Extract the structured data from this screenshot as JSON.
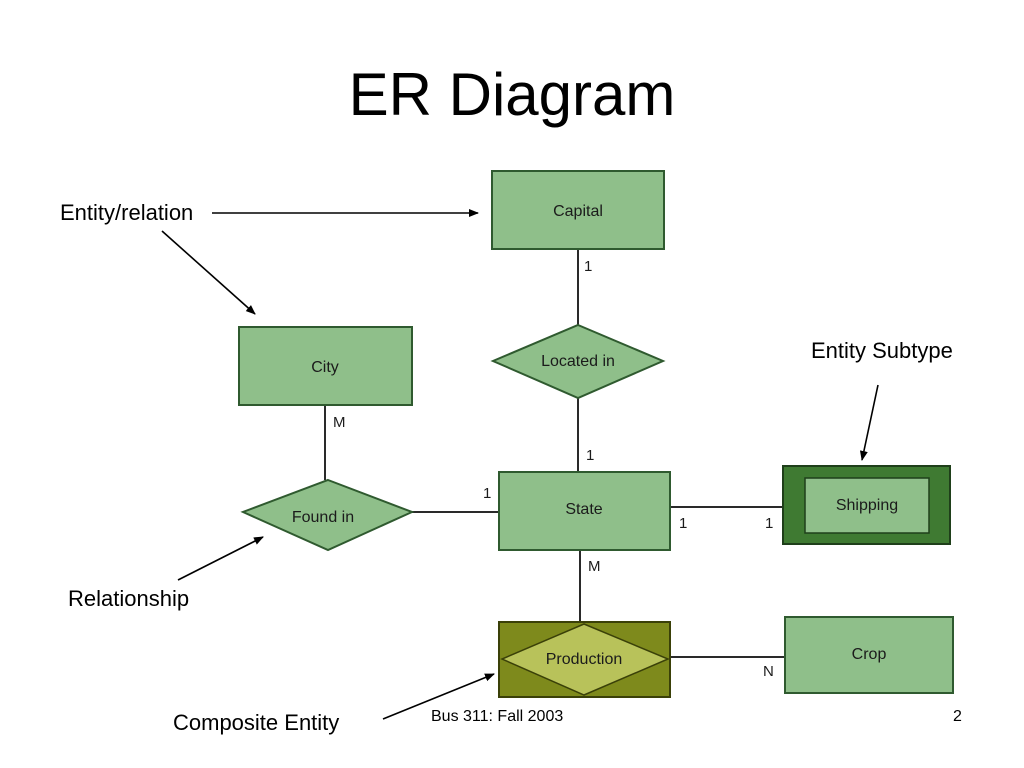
{
  "slide": {
    "title": "ER Diagram",
    "footer_center": "Bus 311: Fall 2003",
    "footer_page": "2"
  },
  "callouts": {
    "entity_relation": "Entity/relation",
    "entity_subtype": "Entity Subtype",
    "relationship": "Relationship",
    "composite_entity": "Composite Entity"
  },
  "diagram": {
    "entities": {
      "capital": "Capital",
      "city": "City",
      "state": "State",
      "shipping": "Shipping",
      "crop": "Crop"
    },
    "relationships": {
      "located_in": "Located in",
      "found_in": "Found in",
      "production": "Production"
    },
    "cardinalities": {
      "capital_located": "1",
      "located_state": "1",
      "city_found": "M",
      "found_state": "1",
      "state_shipping_left": "1",
      "state_shipping_right": "1",
      "state_production": "M",
      "production_crop": "N"
    }
  },
  "colors": {
    "entity_fill": "#8fbf8a",
    "entity_stroke": "#2f5a2f",
    "subtype_outer": "#3f7a32",
    "composite_outer": "#7e8a1c",
    "composite_inner": "#b8c25a"
  }
}
